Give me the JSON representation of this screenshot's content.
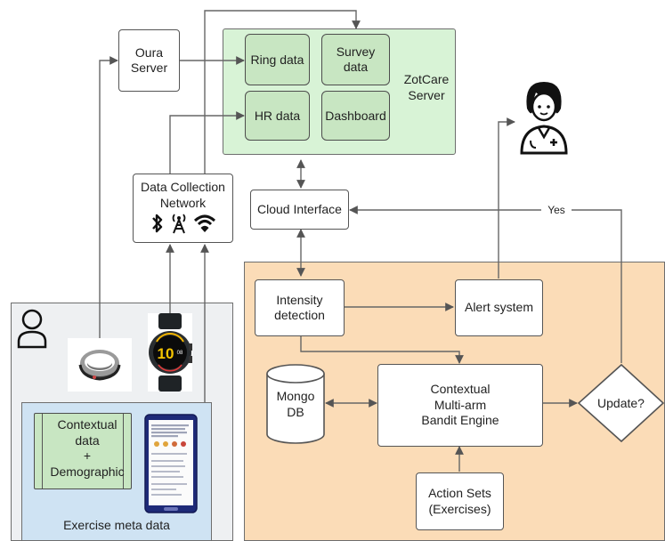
{
  "nodes": {
    "oura_server": "Oura\nServer",
    "ring_data": "Ring data",
    "survey_data": "Survey\ndata",
    "hr_data": "HR data",
    "dashboard": "Dashboard",
    "zotcare_server": "ZotCare\nServer",
    "data_collection": "Data Collection\nNetwork",
    "cloud_interface": "Cloud Interface",
    "intensity_detection": "Intensity\ndetection",
    "alert_system": "Alert system",
    "mongo_db": "Mongo\nDB",
    "bandit_engine": "Contextual\nMulti-arm\nBandit Engine",
    "update": "Update?",
    "action_sets": "Action Sets\n(Exercises)",
    "contextual_data": "Contextual\ndata\n+\nDemographic",
    "exercise_meta": "Exercise meta data"
  },
  "edge_labels": {
    "yes": "Yes"
  },
  "icons": [
    "bluetooth-icon",
    "antenna-icon",
    "wifi-icon",
    "user-icon",
    "doctor-icon",
    "oura-ring-icon",
    "smartwatch-icon",
    "phone-survey-icon"
  ],
  "colors": {
    "server_region": "#d8f3d6",
    "server_box": "#c8e6c2",
    "engine_region": "#fbdcb7",
    "user_region": "#eef0f2",
    "meta_region": "#cfe3f3"
  },
  "watch_face": {
    "time": "10",
    "date": "08"
  }
}
